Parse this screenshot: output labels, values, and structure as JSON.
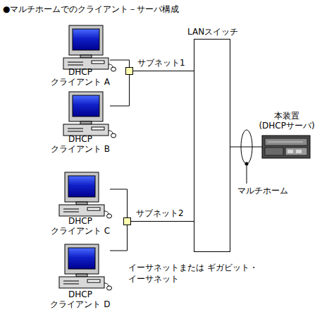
{
  "diagram": {
    "title": "●マルチホームでのクライアント－サーバ構成",
    "nodes": [
      {
        "text": [
          "DHCP クライアント A"
        ]
      },
      {
        "text": [
          "DHCP クライアント B"
        ]
      },
      {
        "text": [
          "DHCP クライアント C"
        ]
      },
      {
        "text": [
          "DHCP クライアント D"
        ]
      },
      {
        "text": [
          "サブネット1"
        ]
      },
      {
        "text": [
          "サブネット2"
        ]
      },
      {
        "text": [
          "LANスイッチ"
        ]
      },
      {
        "text": [
          "本装置 (DHCPサーバ)"
        ]
      }
    ],
    "edges": [
      {
        "from": 0,
        "to": 4,
        "arrow": "none"
      },
      {
        "from": 1,
        "to": 4,
        "arrow": "none"
      },
      {
        "from": 4,
        "to": 6,
        "arrow": "none"
      },
      {
        "from": 2,
        "to": 5,
        "arrow": "none"
      },
      {
        "from": 3,
        "to": 5,
        "arrow": "none"
      },
      {
        "from": 5,
        "to": 6,
        "arrow": "none"
      },
      {
        "from": 6,
        "to": 7,
        "arrow": "none"
      }
    ],
    "labels": [
      "マルチホーム",
      "イーサネットまたは ギガビット・イーサネット"
    ]
  }
}
